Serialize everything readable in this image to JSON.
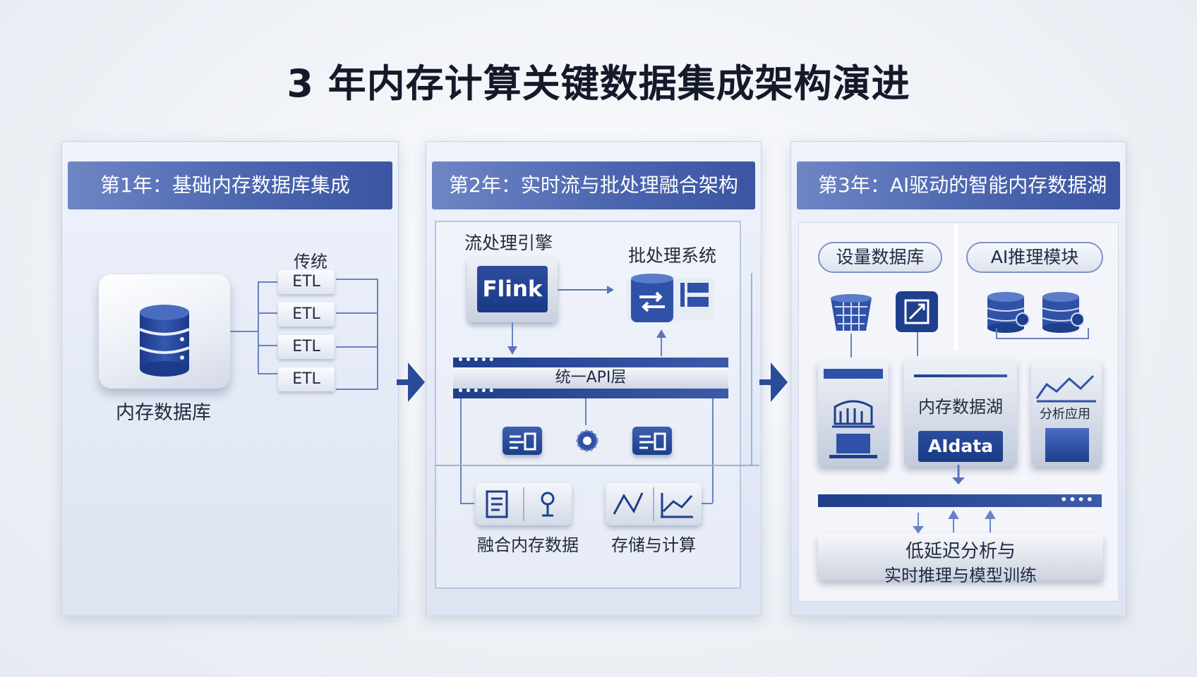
{
  "title": "3 年内存计算关键数据集成架构演进",
  "panel1": {
    "header": "第1年：基础内存数据库集成",
    "db_label": "内存数据库",
    "group_label": "传统",
    "etl_items": [
      "ETL",
      "ETL",
      "ETL",
      "ETL"
    ]
  },
  "panel2": {
    "header": "第2年：实时流与批处理融合架构",
    "stream_label": "流处理引擎",
    "flink_label": "Flink",
    "batch_label": "批处理系统",
    "api_label": "统一API层",
    "dots": "•••••",
    "left_group_label": "融合内存数据",
    "right_group_label": "存储与计算"
  },
  "panel3": {
    "header": "第3年：AI驱动的智能内存数据湖",
    "pill_left": "设量数据库",
    "pill_right": "AI推理模块",
    "center_label": "内存数据湖",
    "center_brand": "AIdata",
    "right_label": "分析应用",
    "dots": "••••",
    "bottom_line1": "低延迟分析与",
    "bottom_line2": "实时推理与模型训练"
  },
  "colors": {
    "accent": "#1e3f8c",
    "header": "#4c66b0",
    "line": "#6a82c2"
  }
}
